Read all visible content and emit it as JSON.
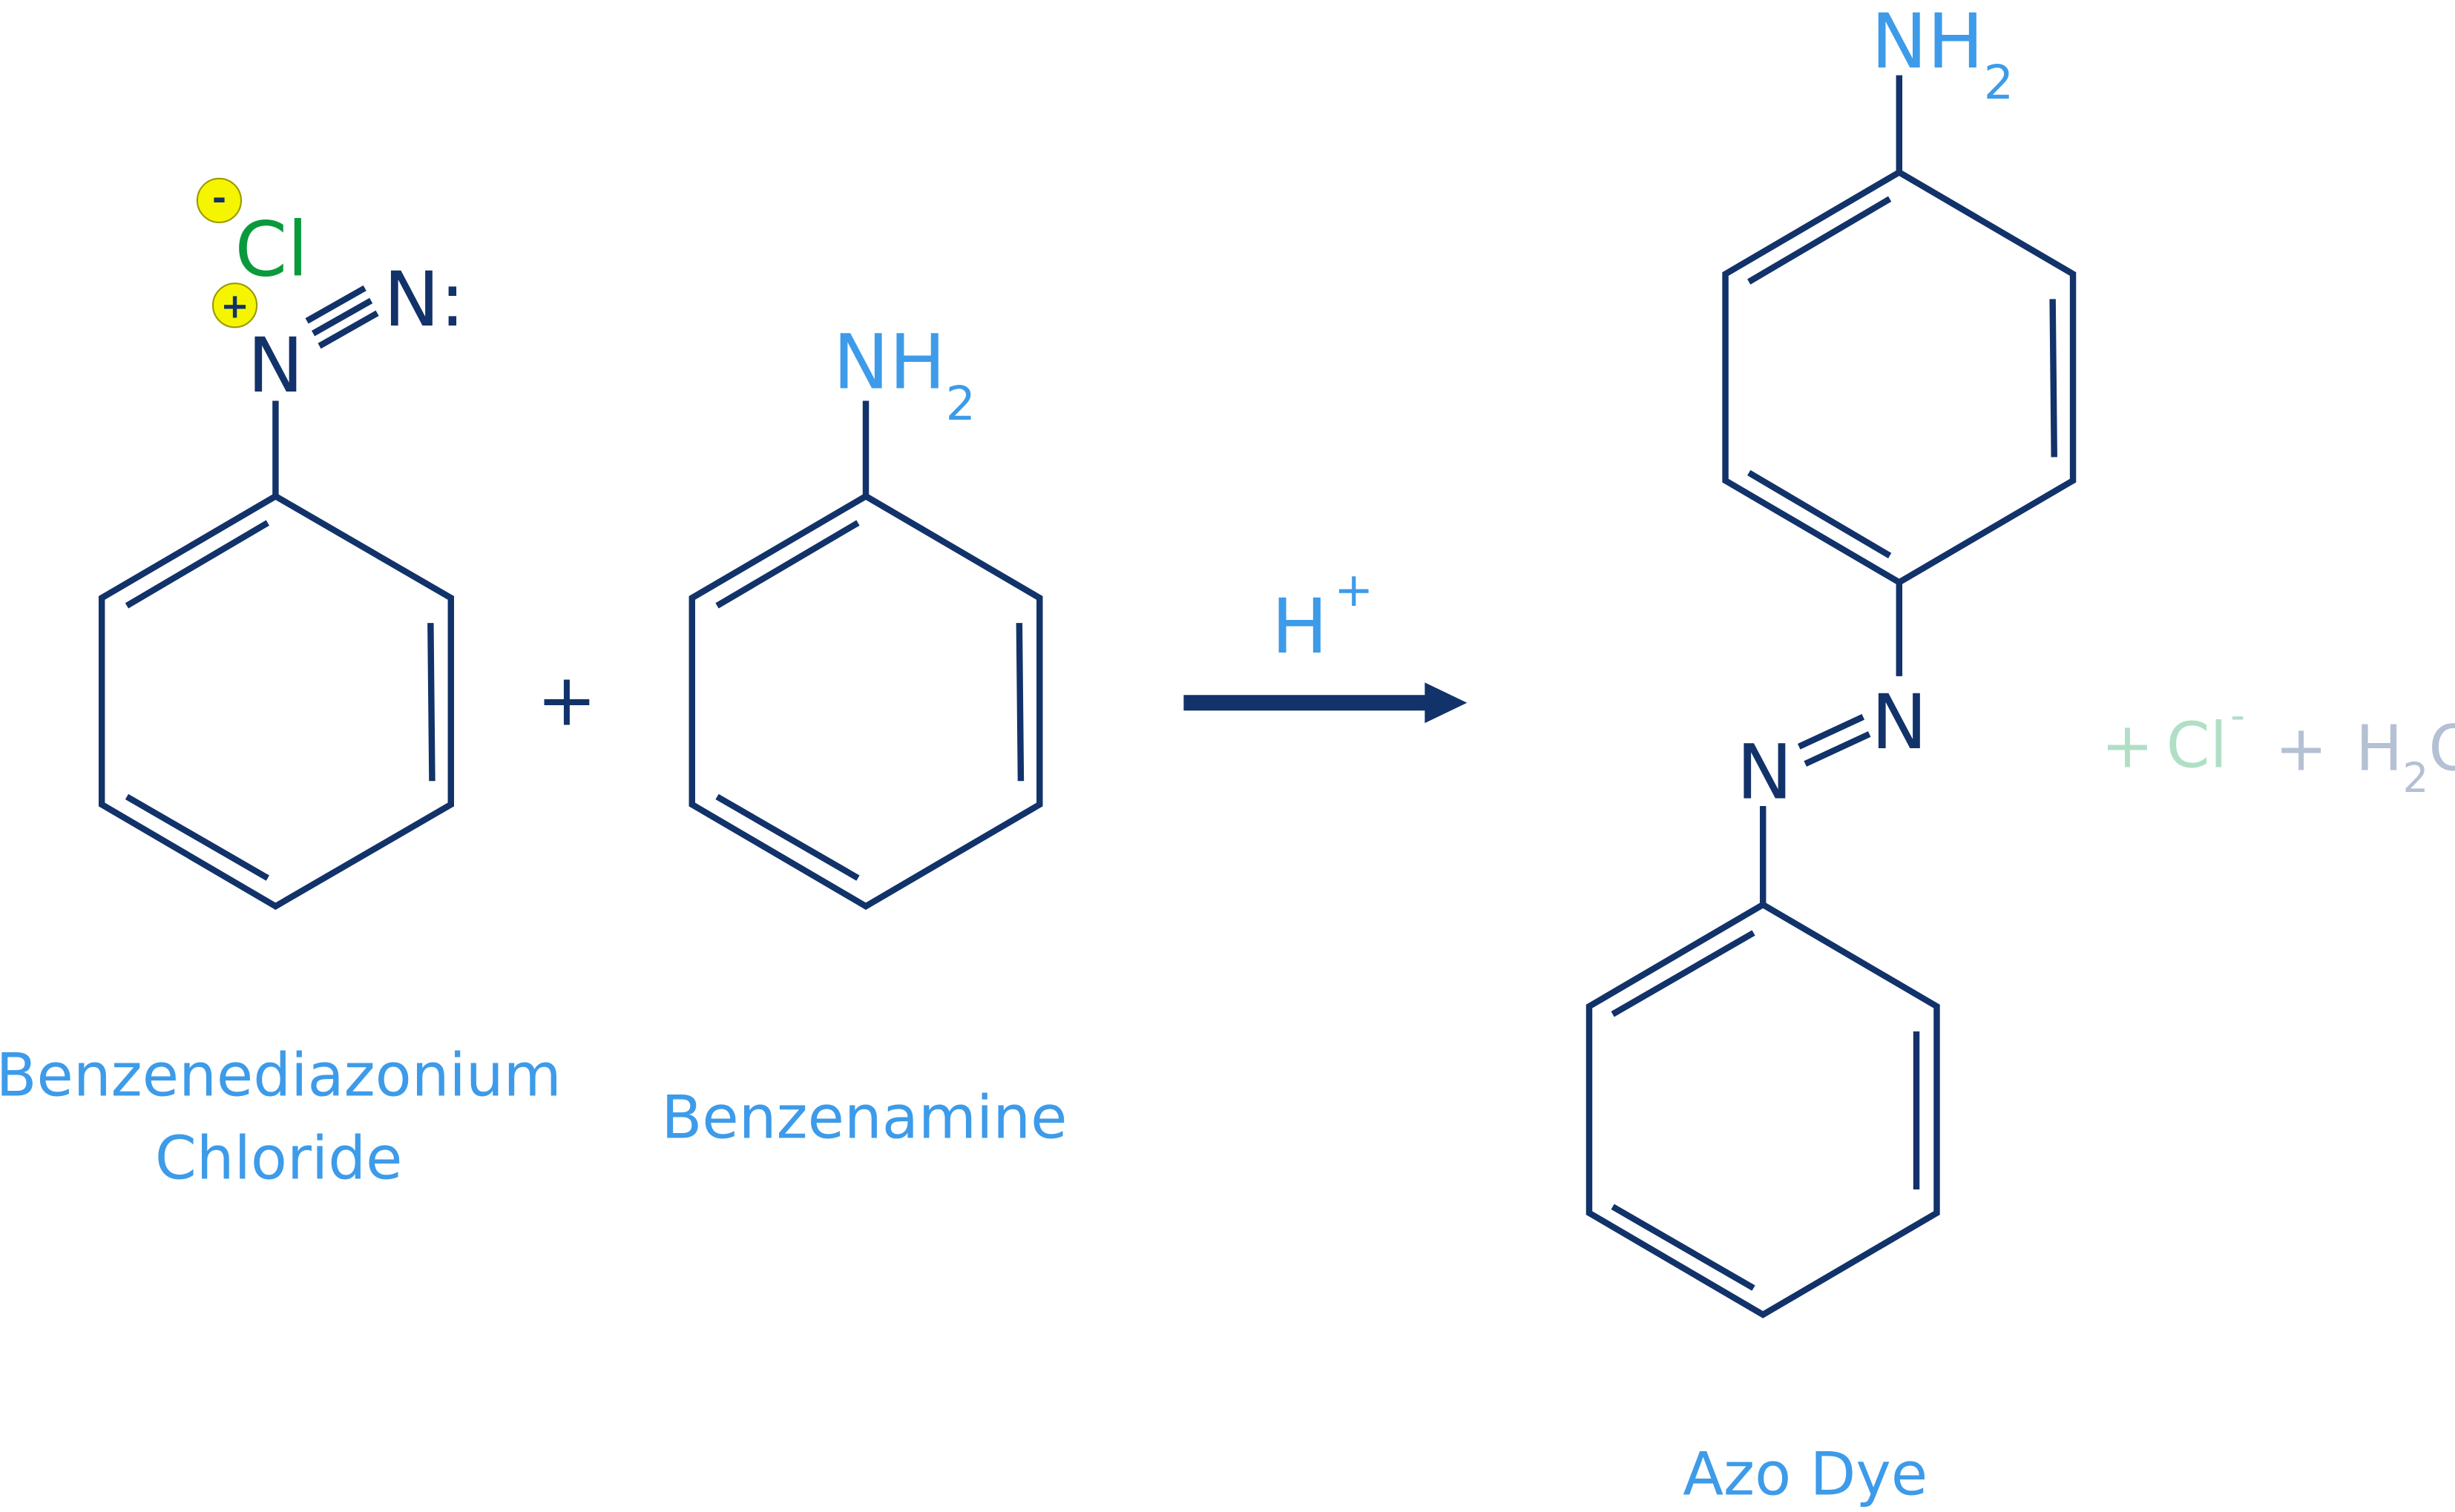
{
  "colors": {
    "bond": "#12326a",
    "amine_text": "#3d9be9",
    "chlorine": "#0a9a3c",
    "charge_circle": "#f5f500",
    "byproduct_chloride": "#b0dfc6",
    "byproduct_water": "#b4c0d3"
  },
  "reactant1": {
    "cl_symbol": "Cl",
    "minus_charge": "-",
    "plus_charge": "+",
    "n1_symbol": "N",
    "n2_symbol": "N:",
    "name_line1": "Benzenediazonium",
    "name_line2": "Chloride"
  },
  "plus_sign": "+",
  "reactant2": {
    "amine_n": "NH",
    "amine_sub": "2",
    "name": "Benzenamine"
  },
  "arrow": {
    "catalyst": "H",
    "catalyst_charge": "+"
  },
  "product": {
    "amine_n": "NH",
    "amine_sub": "2",
    "azo_n1": "N",
    "azo_n2": "N",
    "name": "Azo Dye"
  },
  "byproducts": {
    "chloride_plus": "+",
    "chloride": "Cl",
    "chloride_charge": "-",
    "water_plus": "+",
    "water_h": "H",
    "water_sub": "2",
    "water_o": "O"
  }
}
